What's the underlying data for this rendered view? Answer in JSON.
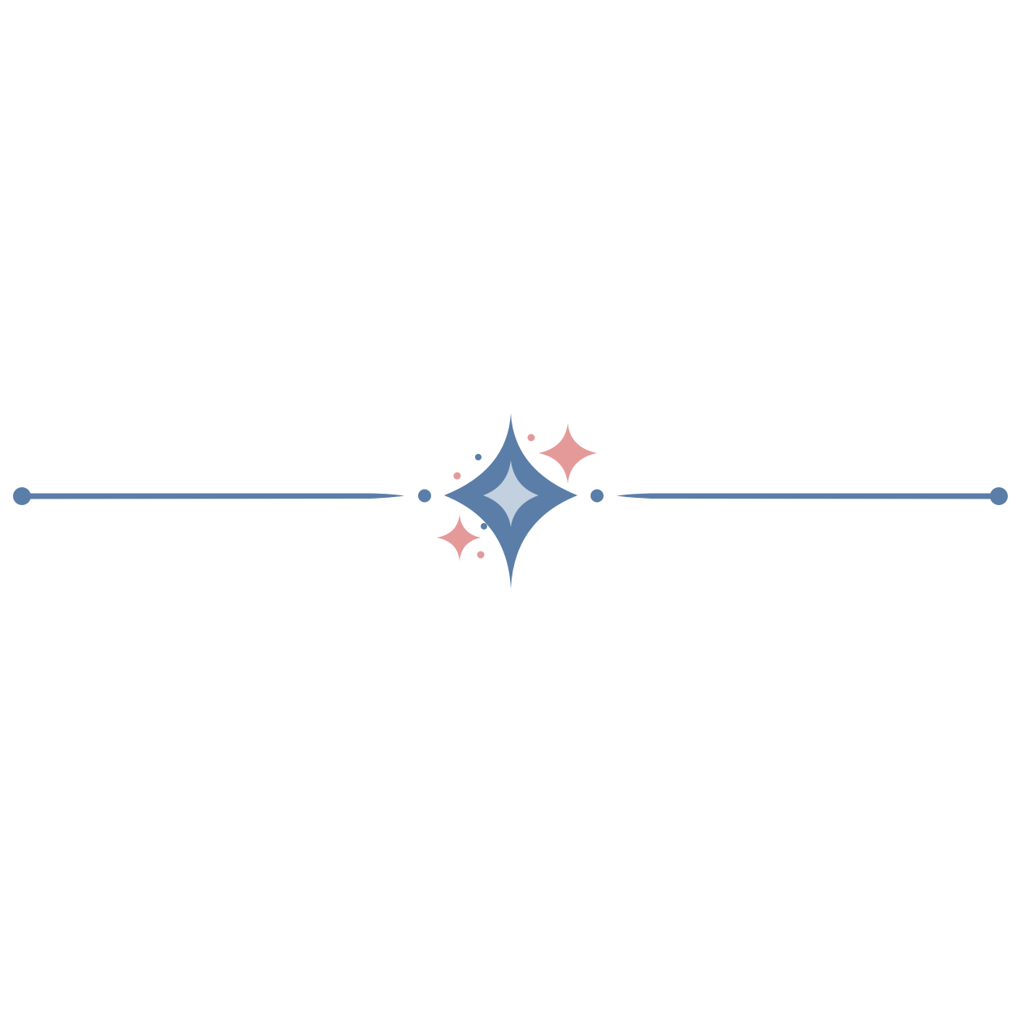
{
  "divider": {
    "style": "ornamental-sparkle-divider",
    "icons": {
      "left_line": "tapered-line",
      "right_line": "tapered-line",
      "end_dots": "dot",
      "center": "four-point-star-icon",
      "accents": "sparkle-icon"
    },
    "colors": {
      "primary": "#5b7ea8",
      "star_inner": "#c2d0e0",
      "accent": "#e59a9a",
      "background": "#ffffff"
    }
  }
}
